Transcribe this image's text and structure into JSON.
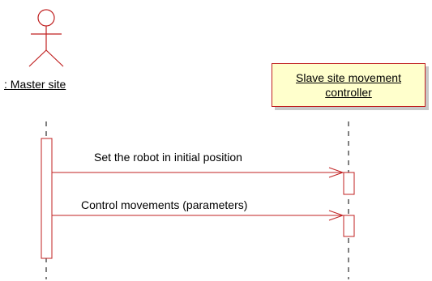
{
  "actor": {
    "label": ": Master site"
  },
  "object": {
    "line1": "Slave site movement",
    "line2": "controller"
  },
  "messages": [
    {
      "label": "Set the robot in initial position"
    },
    {
      "label": "Control movements (parameters)"
    }
  ],
  "colors": {
    "line": "#c02020",
    "object_fill": "#ffffcc",
    "shadow": "#c8c8c8",
    "lifeline": "#000000"
  }
}
